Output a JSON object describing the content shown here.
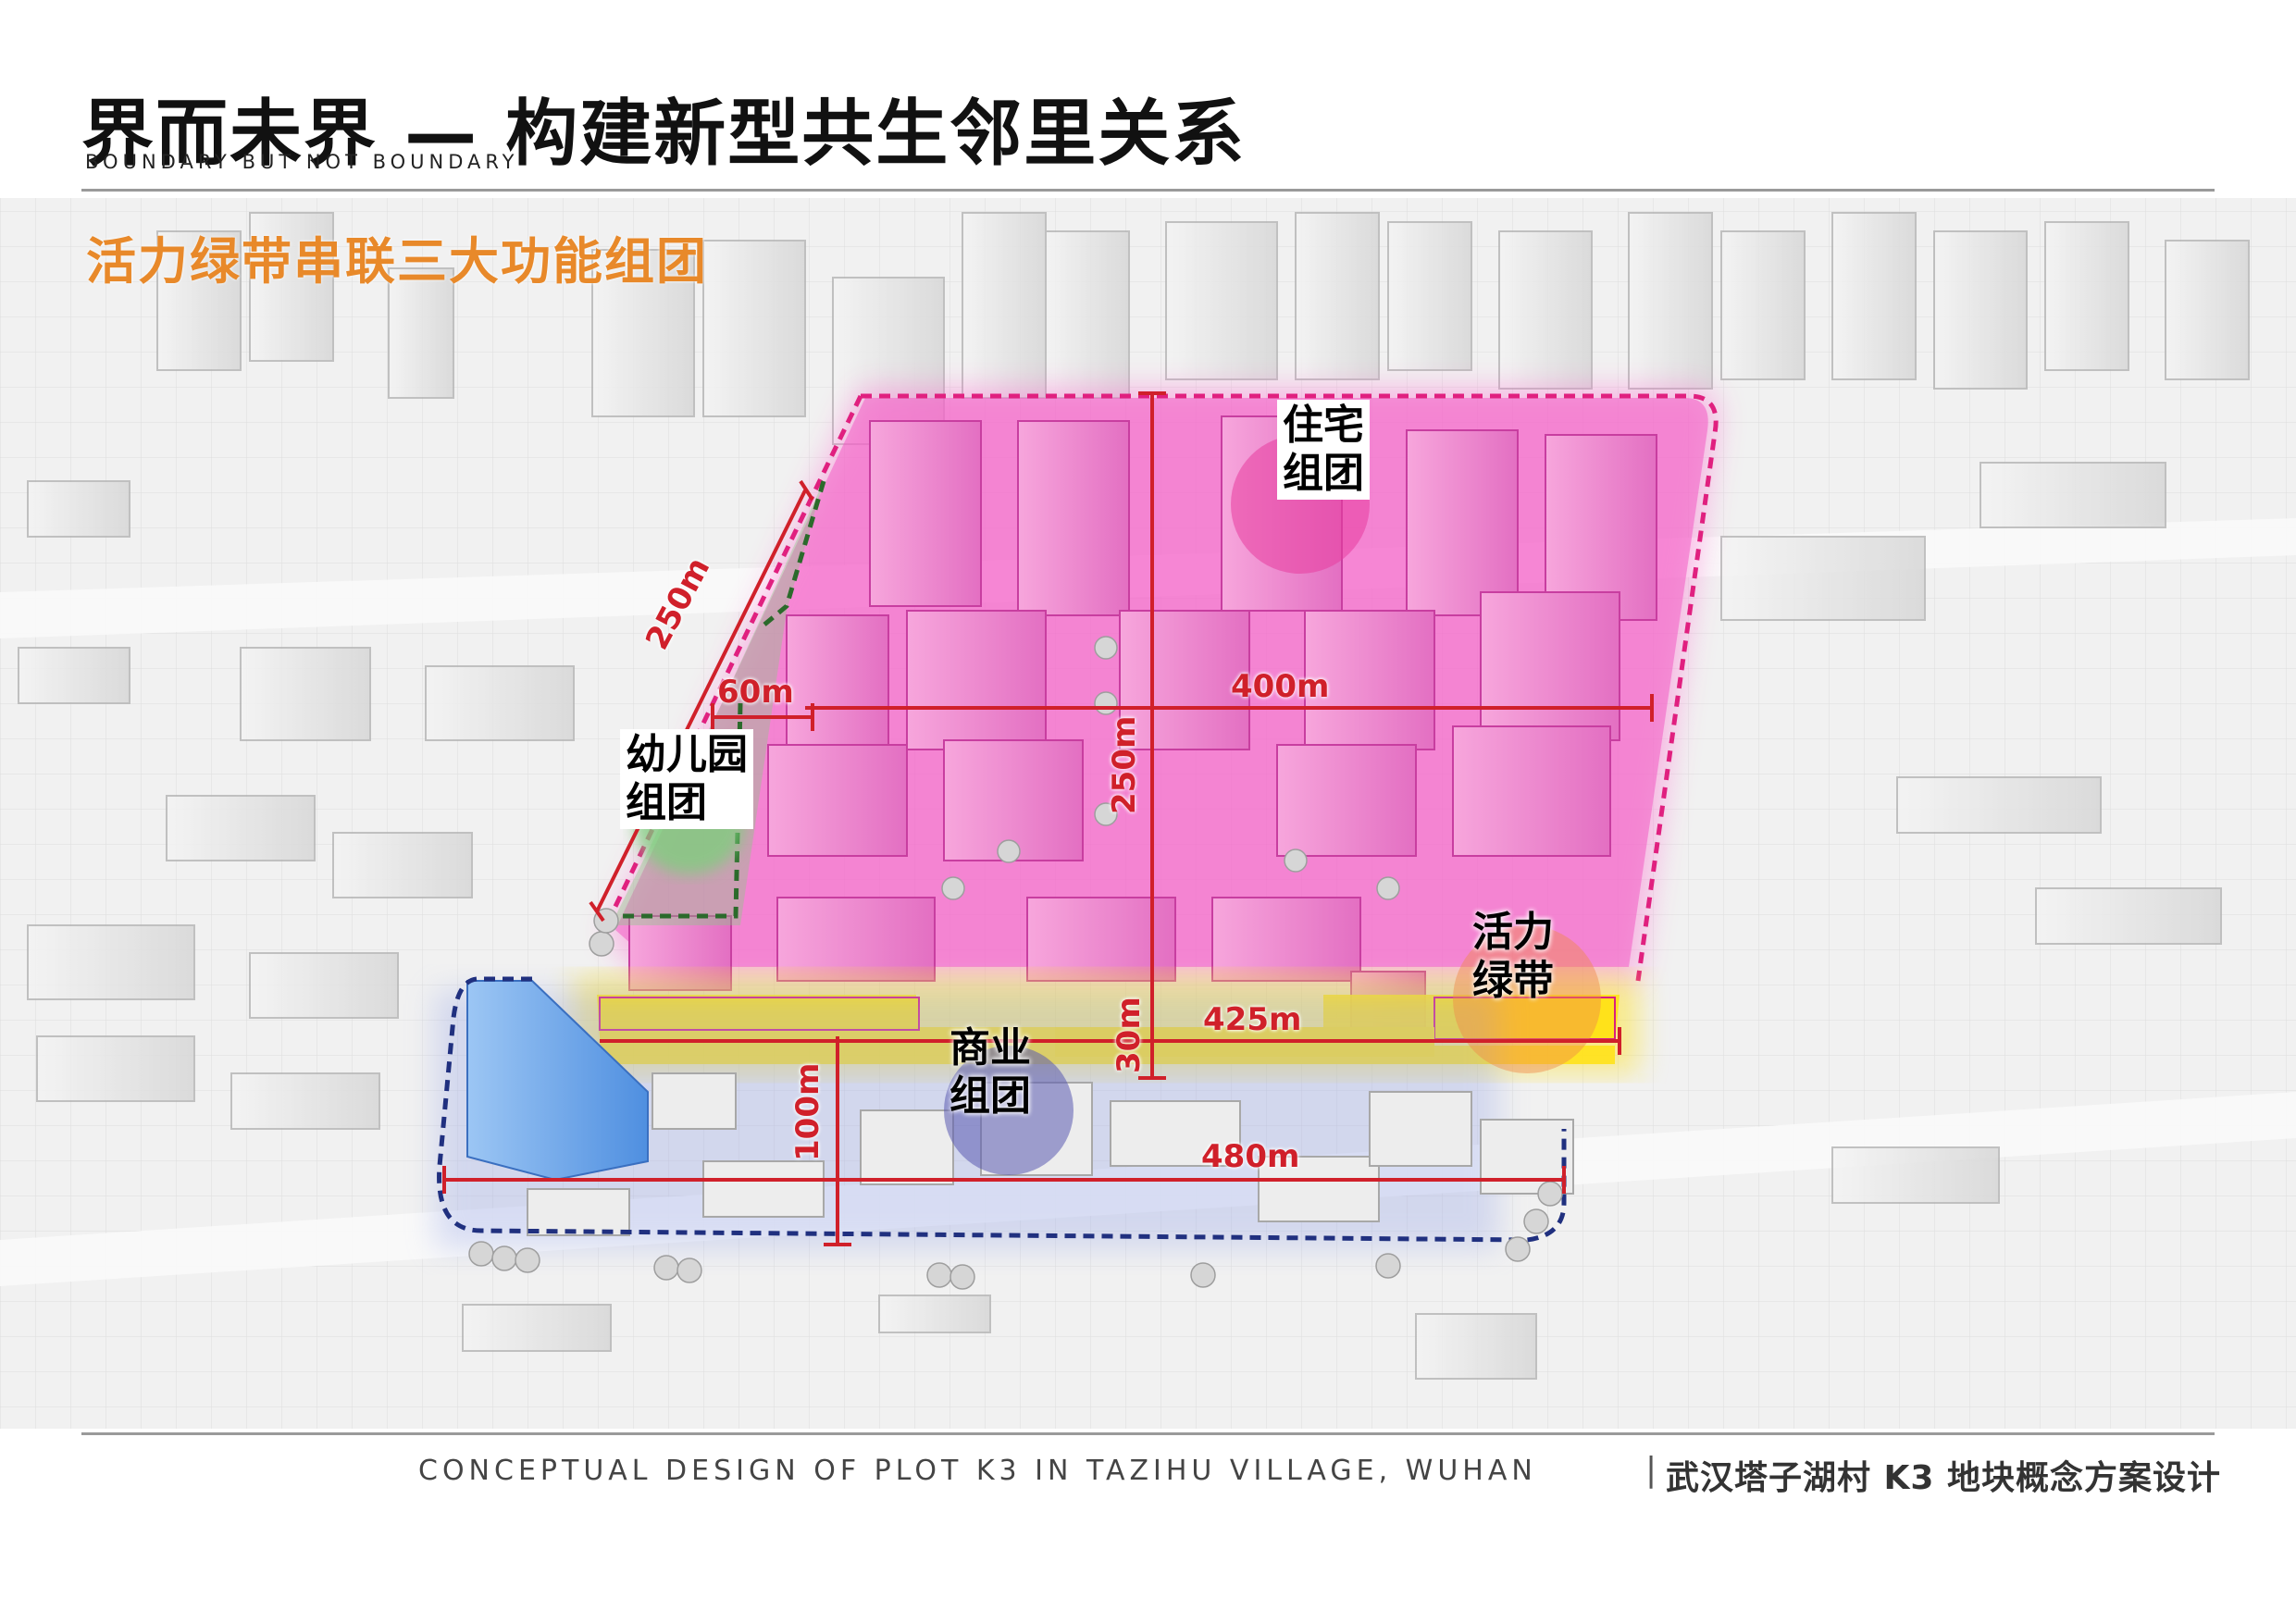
{
  "header": {
    "title": "界而未界 — 构建新型共生邻里关系",
    "subtitle_en": "BOUNDARY BUT NOT BOUNDARY"
  },
  "diagram": {
    "heading": "活力绿带串联三大功能组团",
    "zones": {
      "residential": "住宅\n组团",
      "kindergarten": "幼儿园\n组团",
      "commercial": "商业\n组团",
      "green_belt": "活力\n绿带"
    },
    "dimensions": {
      "d250_diag": "250m",
      "d60": "60m",
      "d400": "400m",
      "d250_vert": "250m",
      "d425": "425m",
      "d30": "30m",
      "d100": "100m",
      "d480": "480m"
    },
    "colors": {
      "residential": "#f03cb4",
      "green_belt": "#ffe21a",
      "kindergarten": "#5cc45a",
      "commercial": "#6a6fd6",
      "dimension_line": "#d0202a",
      "heading": "#e8892a"
    }
  },
  "footer": {
    "project_en": "CONCEPTUAL DESIGN OF PLOT K3 IN TAZIHU VILLAGE, WUHAN",
    "separator": "|",
    "project_zh": "武汉塔子湖村 K3 地块概念方案设计"
  }
}
